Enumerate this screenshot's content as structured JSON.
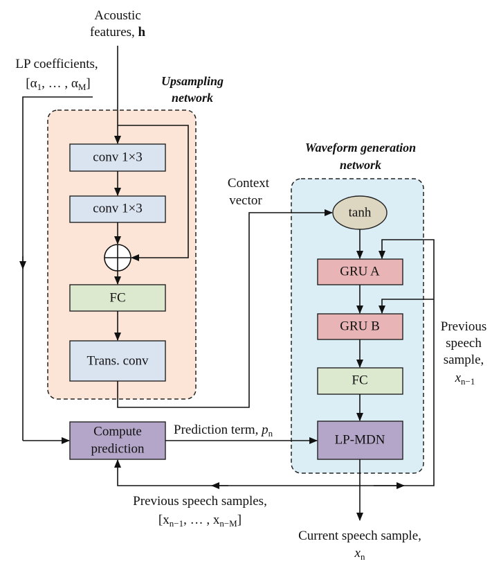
{
  "inputs": {
    "acoustic_line1": "Acoustic",
    "acoustic_line2_text": "features, ",
    "acoustic_line2_bold": "h",
    "lp_line1": "LP coefficients,",
    "lp_line2": "[α",
    "lp_sub1": "1",
    "lp_mid": ", … , α",
    "lp_subM": "M",
    "lp_end": "]"
  },
  "upsampling": {
    "title_line1": "Upsampling",
    "title_line2": "network",
    "conv1": "conv 1×3",
    "conv2": "conv 1×3",
    "fc": "FC",
    "trans_conv": "Trans. conv"
  },
  "waveform": {
    "title_line1": "Waveform generation",
    "title_line2": "network",
    "tanh": "tanh",
    "gru_a": "GRU A",
    "gru_b": "GRU B",
    "fc": "FC",
    "lp_mdn": "LP-MDN"
  },
  "context": {
    "line1": "Context",
    "line2": "vector"
  },
  "compute": {
    "line1": "Compute",
    "line2": "prediction"
  },
  "prediction_term": {
    "text": "Prediction term, ",
    "var": "p",
    "sub": "n"
  },
  "previous_sample": {
    "line1": "Previous",
    "line2": "speech",
    "line3": "sample,",
    "var": "x",
    "sub": "n−1"
  },
  "previous_samples": {
    "line1": "Previous speech samples,",
    "open": "[x",
    "sub1": "n−1",
    "mid": ", … , x",
    "sub2": "n−M",
    "close": "]"
  },
  "current_sample": {
    "line1": "Current speech sample,",
    "var": "x",
    "sub": "n"
  },
  "colors": {
    "upsampling_bg": "#fce5d6",
    "waveform_bg": "#dbeef5",
    "conv_fill": "#dae3f0",
    "fc_fill": "#dde9cf",
    "gru_fill": "#e8b4b5",
    "purple_fill": "#b4a6c9",
    "tanh_fill": "#ddd7c2"
  }
}
